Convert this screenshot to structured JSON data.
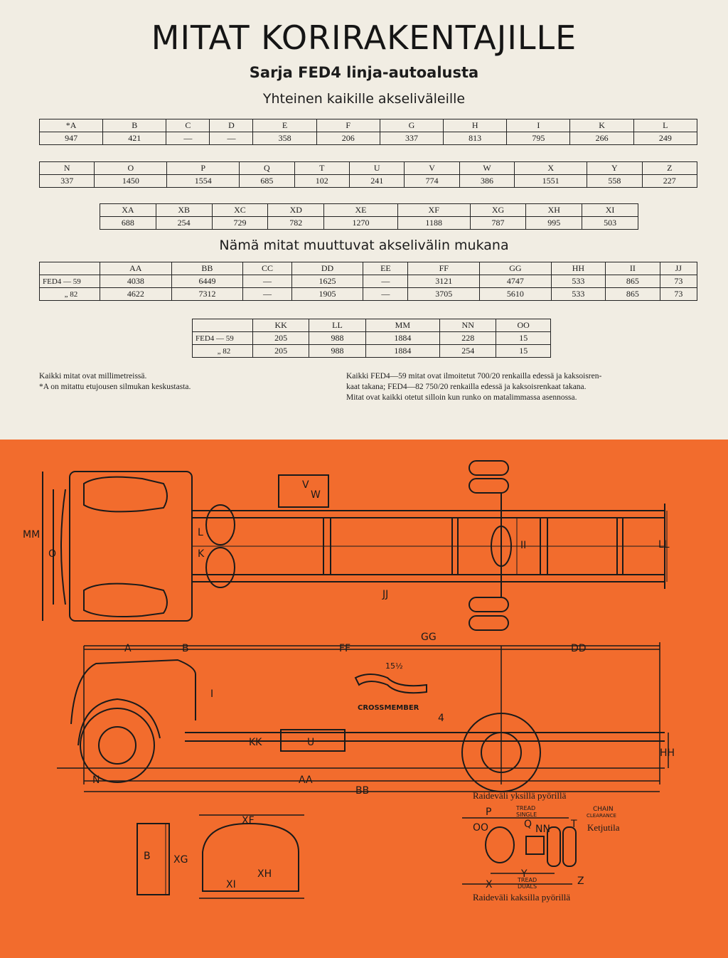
{
  "title": "MITAT KORIRAKENTAJILLE",
  "subtitle": "Sarja FED4 linja-autoalusta",
  "common_heading": "Yhteinen kaikille akseliväleille",
  "varying_heading": "Nämä mitat muuttuvat akselivälin mukana",
  "table1": {
    "headers": [
      "*A",
      "B",
      "C",
      "D",
      "E",
      "F",
      "G",
      "H",
      "I",
      "K",
      "L"
    ],
    "values": [
      "947",
      "421",
      "—",
      "—",
      "358",
      "206",
      "337",
      "813",
      "795",
      "266",
      "249"
    ]
  },
  "table2": {
    "headers": [
      "N",
      "O",
      "P",
      "Q",
      "T",
      "U",
      "V",
      "W",
      "X",
      "Y",
      "Z"
    ],
    "values": [
      "337",
      "1450",
      "1554",
      "685",
      "102",
      "241",
      "774",
      "386",
      "1551",
      "558",
      "227"
    ]
  },
  "table3": {
    "headers": [
      "XA",
      "XB",
      "XC",
      "XD",
      "XE",
      "XF",
      "XG",
      "XH",
      "XI"
    ],
    "values": [
      "688",
      "254",
      "729",
      "782",
      "1270",
      "1188",
      "787",
      "995",
      "503"
    ]
  },
  "table4": {
    "headers": [
      "AA",
      "BB",
      "CC",
      "DD",
      "EE",
      "FF",
      "GG",
      "HH",
      "II",
      "JJ"
    ],
    "rows": [
      {
        "label": "FED4 — 59",
        "values": [
          "4038",
          "6449",
          "—",
          "1625",
          "—",
          "3121",
          "4747",
          "533",
          "865",
          "73"
        ]
      },
      {
        "label": "„ 82",
        "values": [
          "4622",
          "7312",
          "—",
          "1905",
          "—",
          "3705",
          "5610",
          "533",
          "865",
          "73"
        ]
      }
    ]
  },
  "table5": {
    "headers": [
      "KK",
      "LL",
      "MM",
      "NN",
      "OO"
    ],
    "rows": [
      {
        "label": "FED4 — 59",
        "values": [
          "205",
          "988",
          "1884",
          "228",
          "15"
        ]
      },
      {
        "label": "„ 82",
        "values": [
          "205",
          "988",
          "1884",
          "254",
          "15"
        ]
      }
    ]
  },
  "notes_left": [
    "Kaikki mitat ovat millimetreissä.",
    "*A on mitattu etujousen silmukan keskustasta."
  ],
  "notes_right": [
    "Kaikki FED4—59 mitat ovat ilmoitetut 700/20 renkailla edessä ja kaksoisren-",
    "kaat takana; FED4—82 750/20 renkailla edessä ja kaksoisrenkaat takana.",
    "Mitat ovat kaikki otetut silloin kun runko on matalimmassa asennossa."
  ],
  "drawing": {
    "labels": {
      "MM": "MM",
      "O": "O",
      "L": "L",
      "K": "K",
      "V": "V",
      "W": "W",
      "II": "II",
      "LL": "LL",
      "JJ": "JJ",
      "GG": "GG",
      "A": "A",
      "B": "B",
      "FF": "FF",
      "DD": "DD",
      "I": "I",
      "crossmember": "CROSSMEMBER",
      "fifteen": "15½",
      "four": "4",
      "KK": "KK",
      "U": "U",
      "HH": "HH",
      "N": "N",
      "AA": "AA",
      "BB": "BB",
      "XF": "XF",
      "XG": "XG",
      "XH": "XH",
      "XI": "XI",
      "raide_single": "Raideväli yksillä pyörillä",
      "P": "P",
      "tread_single": "TREAD",
      "single": "SINGLE",
      "chain": "CHAIN",
      "clearance": "CLEARANCE",
      "OO": "OO",
      "Q": "Q",
      "NN": "NN",
      "T": "T",
      "ketjutila": "Ketjutila",
      "Y": "Y",
      "X": "X",
      "tread_duals": "TREAD",
      "duals": "DUALS",
      "Z": "Z",
      "raide_duals": "Raideväli kaksilla pyörillä"
    },
    "colors": {
      "background": "#f26c2d",
      "ink": "#1a1a1a"
    }
  }
}
